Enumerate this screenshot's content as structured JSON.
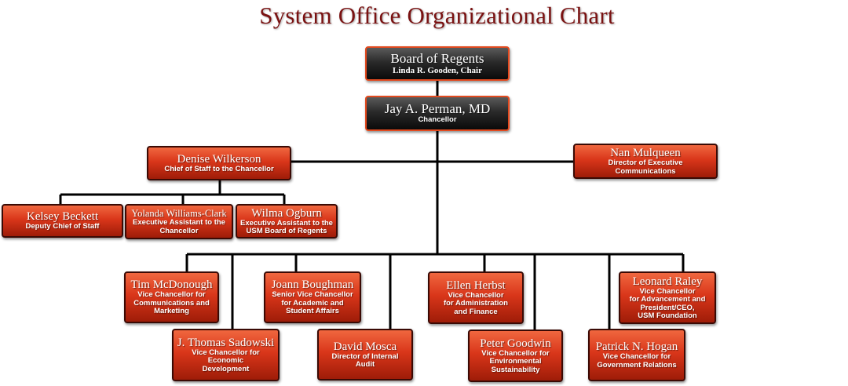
{
  "title": "System Office Organizational Chart",
  "nodes": {
    "board": {
      "name": "Board of Regents",
      "role": "Linda R. Gooden, Chair"
    },
    "chancellor": {
      "name": "Jay A. Perman, MD",
      "role": "Chancellor"
    },
    "wilkerson": {
      "name": "Denise Wilkerson",
      "role": "Chief of Staff to the Chancellor"
    },
    "mulqueen": {
      "name": "Nan Mulqueen",
      "role": "Director of Executive Communications"
    },
    "beckett": {
      "name": "Kelsey Beckett",
      "role": "Deputy Chief of Staff"
    },
    "williams_clark": {
      "name": "Yolanda Williams-Clark",
      "role": "Executive Assistant to the\nChancellor"
    },
    "ogburn": {
      "name": "Wilma Ogburn",
      "role": "Executive Assistant to the\nUSM Board of Regents"
    },
    "mcdonough": {
      "name": "Tim McDonough",
      "role": "Vice Chancellor for\nCommunications and\nMarketing"
    },
    "sadowski": {
      "name": "J. Thomas Sadowski",
      "role": "Vice Chancellor for\nEconomic\nDevelopment"
    },
    "boughman": {
      "name": "Joann Boughman",
      "role": "Senior Vice Chancellor\nfor Academic and\nStudent Affairs"
    },
    "mosca": {
      "name": "David Mosca",
      "role": "Director of Internal Audit"
    },
    "herbst": {
      "name": "Ellen Herbst",
      "role": "Vice Chancellor\nfor Administration\nand Finance"
    },
    "goodwin": {
      "name": "Peter Goodwin",
      "role": "Vice Chancellor for\nEnvironmental\nSustainability"
    },
    "hogan": {
      "name": "Patrick N. Hogan",
      "role": "Vice Chancellor for\nGovernment Relations"
    },
    "raley": {
      "name": "Leonard  Raley",
      "role": "Vice Chancellor\nfor Advancement and\nPresident/CEO,\nUSM Foundation"
    }
  }
}
